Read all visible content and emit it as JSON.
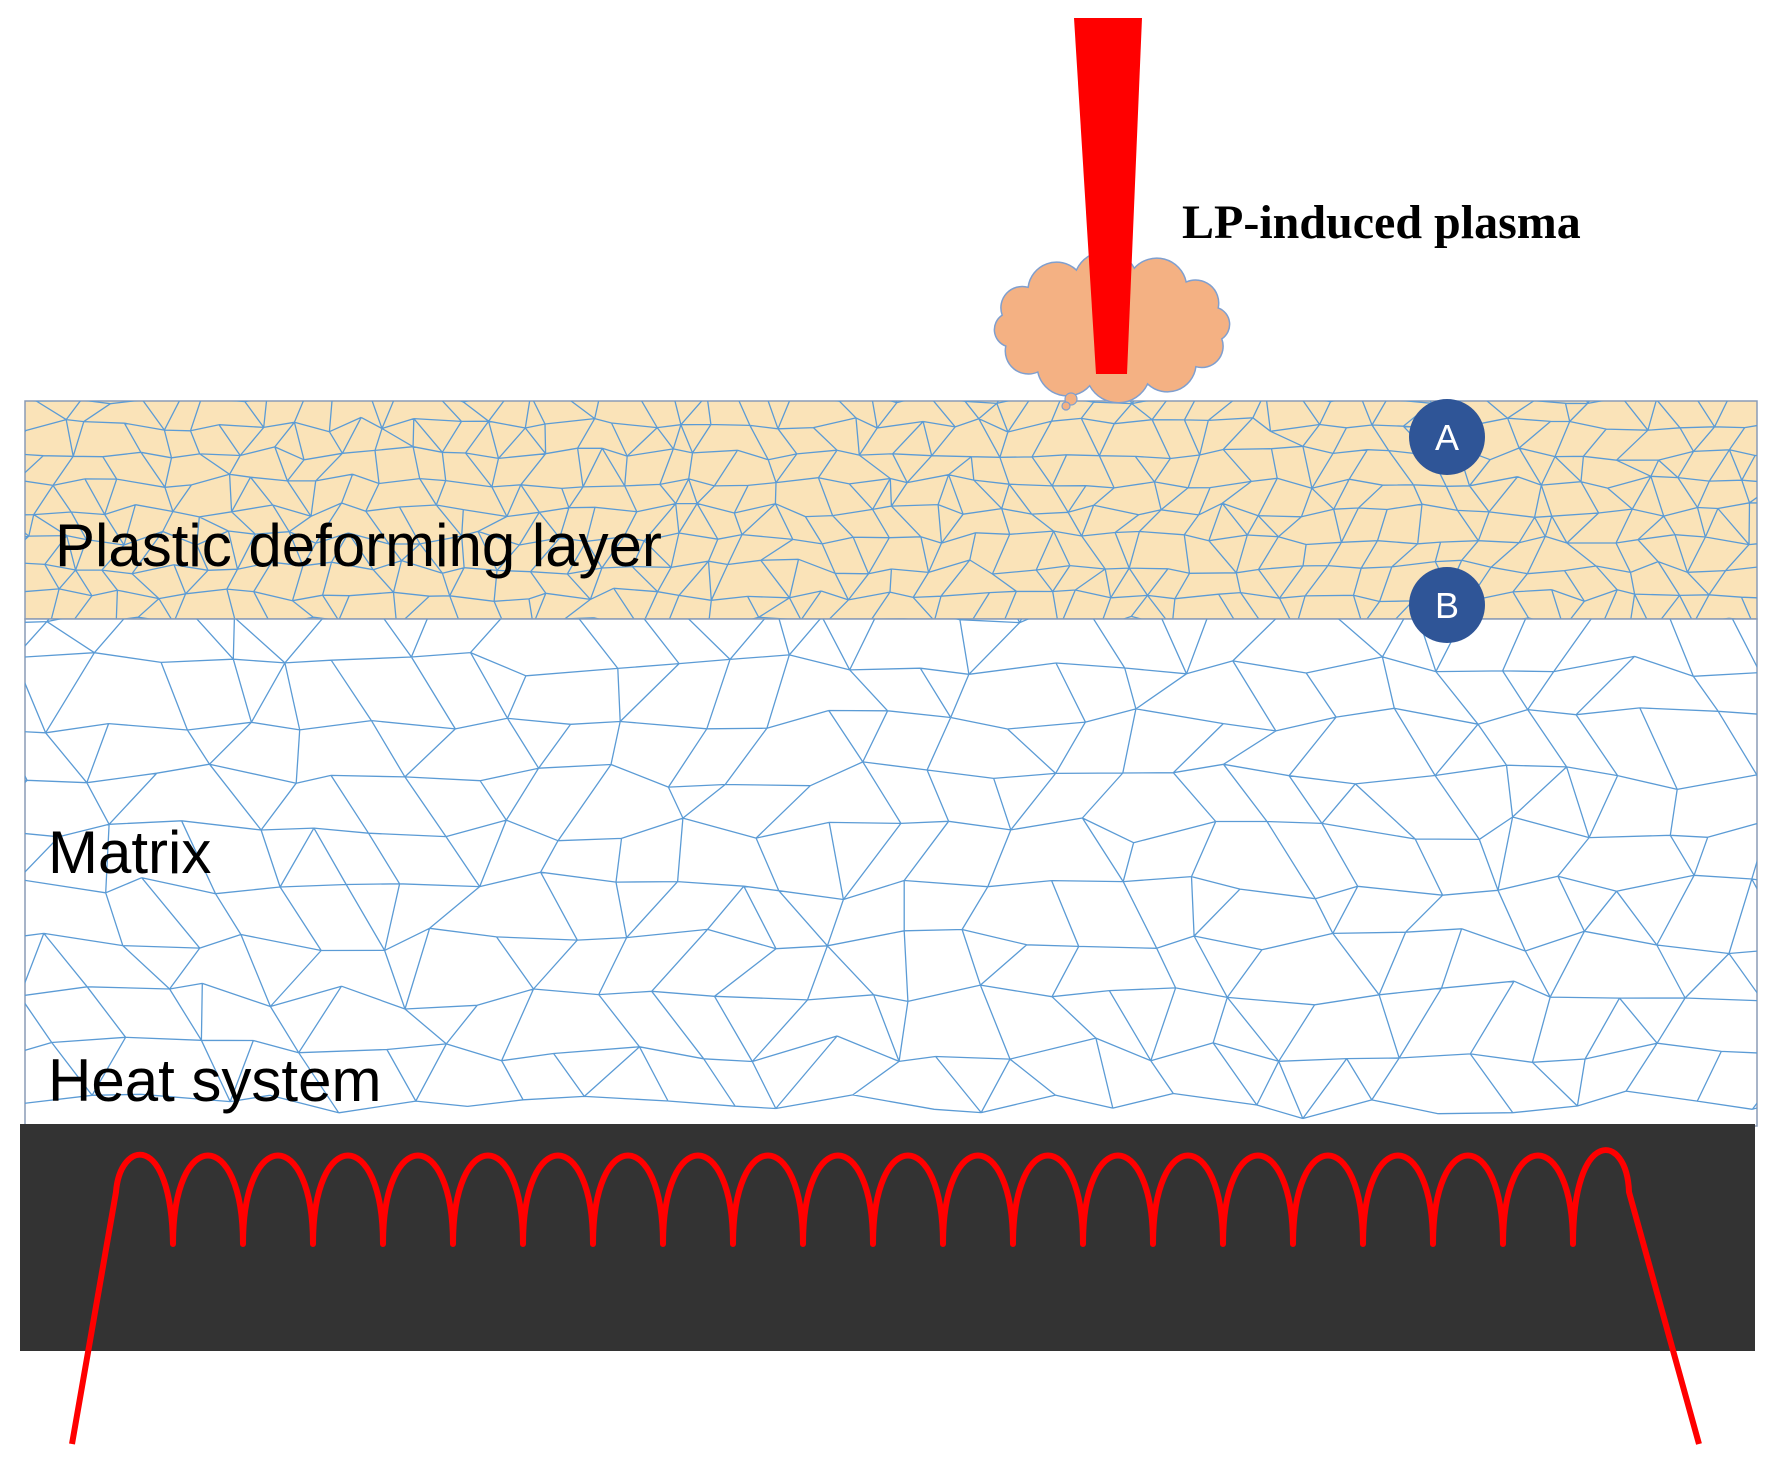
{
  "labels": {
    "plasma": "LP-induced plasma",
    "plastic_layer": "Plastic deforming layer",
    "matrix": "Matrix",
    "heat_system": "Heat system"
  },
  "markers": [
    {
      "label": "A"
    },
    {
      "label": "B"
    }
  ],
  "colors": {
    "laser_beam": "#FF0000",
    "plasma_cloud": "#F4B183",
    "plastic_layer": "#FAE3B8",
    "grain_boundary": "#5B9BD5",
    "marker": "#2F5597",
    "heater": "#333333",
    "heating_coil": "#FF0000"
  }
}
